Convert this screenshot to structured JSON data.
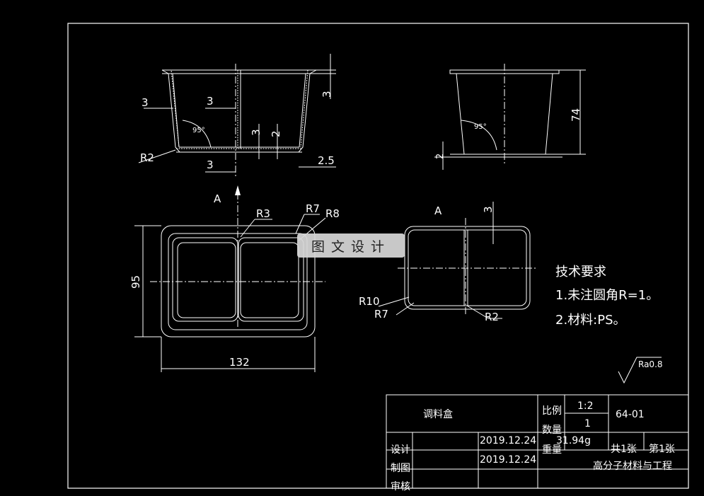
{
  "section_views": {
    "front_section": {
      "dims": [
        "3",
        "3",
        "3",
        "2",
        "3",
        "2.5",
        "3"
      ],
      "angle": "95°",
      "radius": "R2"
    },
    "side_view": {
      "height": "74",
      "bottom": "2",
      "angle": "95°"
    }
  },
  "plan_views": {
    "top_view": {
      "arrow_label": "A",
      "radii": [
        "R3",
        "R7",
        "R8"
      ],
      "height": "95",
      "width": "132"
    },
    "view_a": {
      "label": "A",
      "dim": "3",
      "radii": [
        "R10",
        "R7",
        "R2"
      ]
    }
  },
  "tech_requirements": {
    "title": "技术要求",
    "items": [
      "1.未注圆角R=1。",
      "2.材料:PS。"
    ]
  },
  "roughness": "Ra0.8",
  "title_block": {
    "part_name": "调料盒",
    "scale_label": "比例",
    "scale": "1:2",
    "qty_label": "数量",
    "qty": "1",
    "weight_label": "重量",
    "weight": "31.94g",
    "drawing_no": "64-01",
    "sheets_total": "共1张",
    "sheet_no": "第1张",
    "design_label": "设计",
    "draw_label": "制图",
    "check_label": "审核",
    "design_date": "2019.12.24",
    "draw_date": "2019.12.24",
    "org": "高分子材料与工程"
  },
  "watermark": "图文设计"
}
